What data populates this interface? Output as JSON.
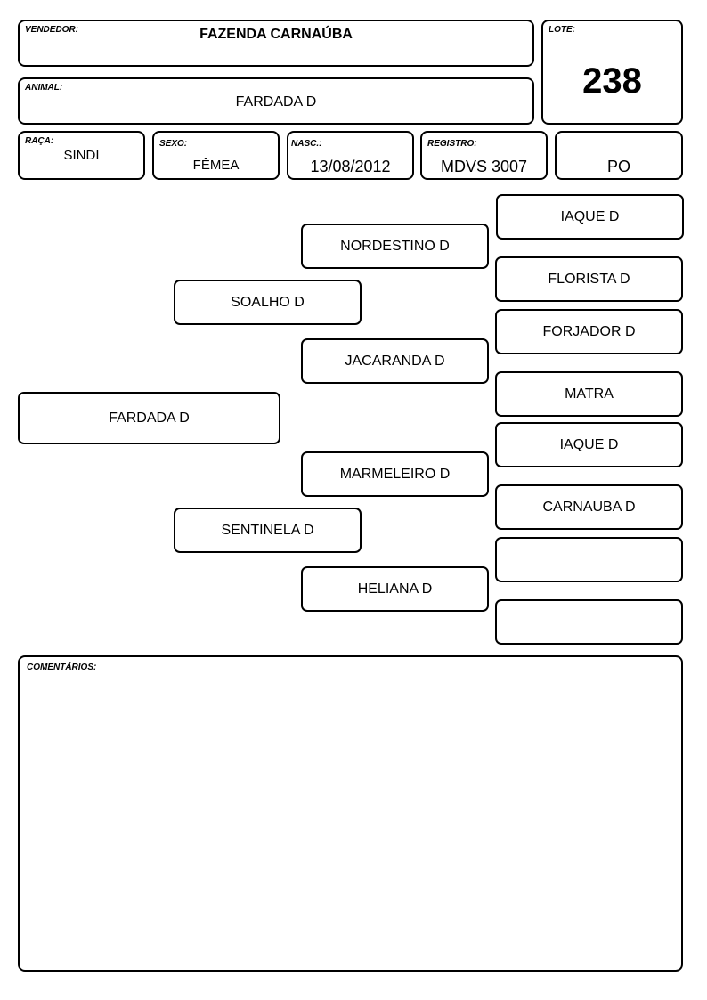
{
  "header": {
    "vendedor": {
      "label": "VENDEDOR:",
      "value": "FAZENDA CARNAÚBA"
    },
    "lote": {
      "label": "LOTE:",
      "value": "238"
    },
    "animal": {
      "label": "ANIMAL:",
      "value": "FARDADA D"
    },
    "raca": {
      "label": "RAÇA:",
      "value": "SINDI"
    },
    "sexo": {
      "label": "SEXO:",
      "value": "FÊMEA"
    },
    "nasc": {
      "label": "NASC.:",
      "value": "13/08/2012"
    },
    "registro": {
      "label": "REGISTRO:",
      "value": "MDVS 3007"
    },
    "tipo": {
      "value": "PO"
    }
  },
  "pedigree": {
    "animal": "FARDADA D",
    "sire": "SOALHO D",
    "dam": "SENTINELA D",
    "sire_sire": "NORDESTINO D",
    "sire_dam": "JACARANDA D",
    "dam_sire": "MARMELEIRO D",
    "dam_dam": "HELIANA D",
    "great_grandparents": [
      "IAQUE D",
      "FLORISTA D",
      "FORJADOR D",
      "MATRA",
      "IAQUE D",
      "CARNAUBA D",
      "",
      ""
    ]
  },
  "comments": {
    "label": "COMENTÁRIOS:",
    "value": ""
  }
}
